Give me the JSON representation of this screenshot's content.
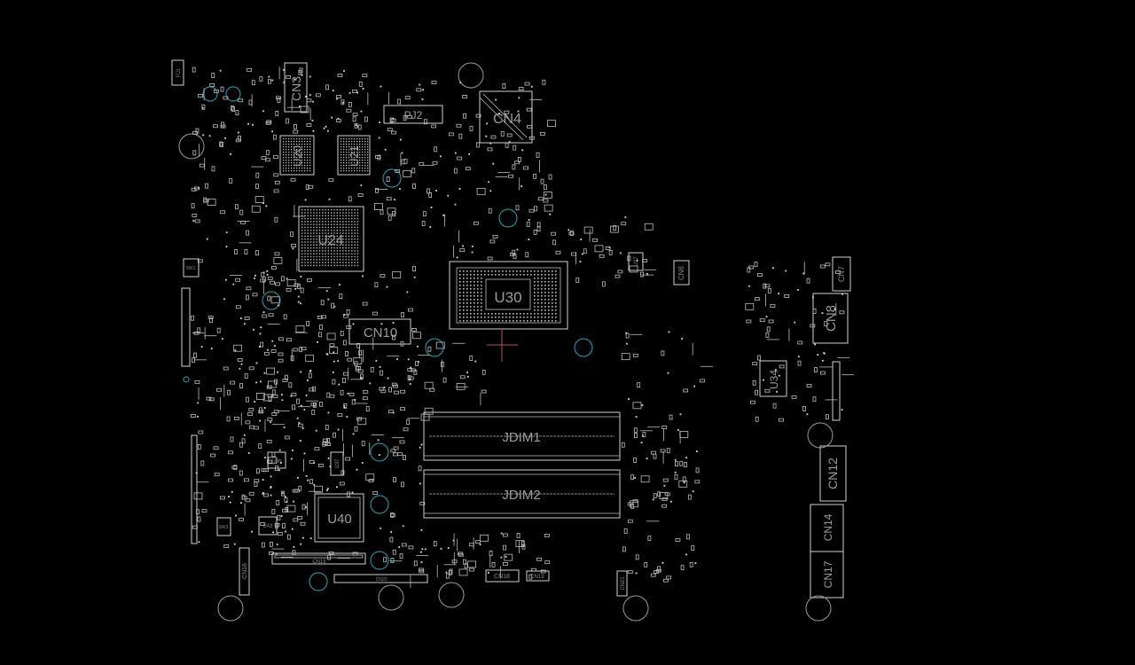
{
  "board": {
    "background": "#000000",
    "outline_color": "#cfcfcf",
    "via_color": "#1f8f9a",
    "marker_color": "#b0506a"
  },
  "labels": {
    "u30": "U30",
    "u24": "U24",
    "u40": "U40",
    "u20": "U20",
    "u21": "U21",
    "u34": "U34",
    "u86": "U86",
    "u37": "U37",
    "u43": "U43",
    "u27": "U27",
    "cn3": "CN3",
    "cn4": "CN4",
    "cn6": "CN6",
    "cn7": "CN7",
    "cn8": "CN8",
    "cn10": "CN10",
    "cn12": "CN12",
    "cn14": "CN14",
    "cn15": "CN15",
    "cn16": "CN16",
    "cn17": "CN17",
    "cn18": "CN18",
    "cn19": "CN19",
    "cn20": "CN20",
    "cn21": "CN21",
    "pj2": "PJ2",
    "pj1": "PJ1",
    "jdim1": "JDIM1",
    "jdim2": "JDIM2",
    "sw1": "SW1",
    "sw3": "SW3"
  }
}
